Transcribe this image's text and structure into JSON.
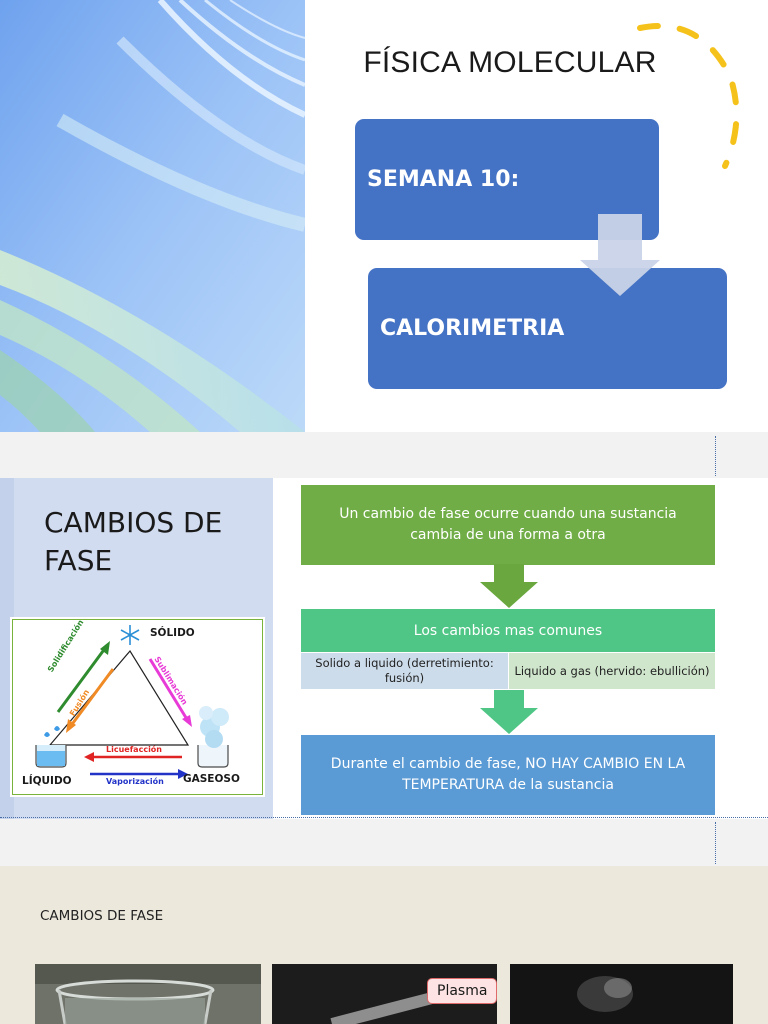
{
  "slide1": {
    "title": "FÍSICA MOLECULAR",
    "box1": "SEMANA 10:",
    "box2": "CALORIMETRIA",
    "colors": {
      "box": "#4472c4",
      "accent_dash": "#f5c21b",
      "arrow": "#c9d3e8"
    }
  },
  "slide2": {
    "title": "CAMBIOS DE FASE",
    "diagram": {
      "top": "SÓLIDO",
      "left": "LÍQUIDO",
      "right": "GASEOSO",
      "arrows": {
        "solidificacion": "Solidificación",
        "fusion": "Fusión",
        "sublimacion": "Sublimación",
        "licuefaccion": "Licuefacción",
        "vaporizacion": "Vaporización"
      }
    },
    "box1": "Un cambio de fase ocurre cuando una sustancia cambia de una forma a otra",
    "box2": "Los cambios mas comunes",
    "cell1": "Solido a liquido (derretimiento: fusión)",
    "cell2": "Liquido a gas (hervido: ebullición)",
    "box3": "Durante el cambio de fase, NO HAY CAMBIO EN LA TEMPERATURA de la sustancia",
    "colors": {
      "box1": "#70ad47",
      "box2": "#4fc685",
      "box3": "#5b9bd5"
    }
  },
  "slide3": {
    "title": "CAMBIOS DE FASE",
    "plasma_label": "Plasma"
  }
}
